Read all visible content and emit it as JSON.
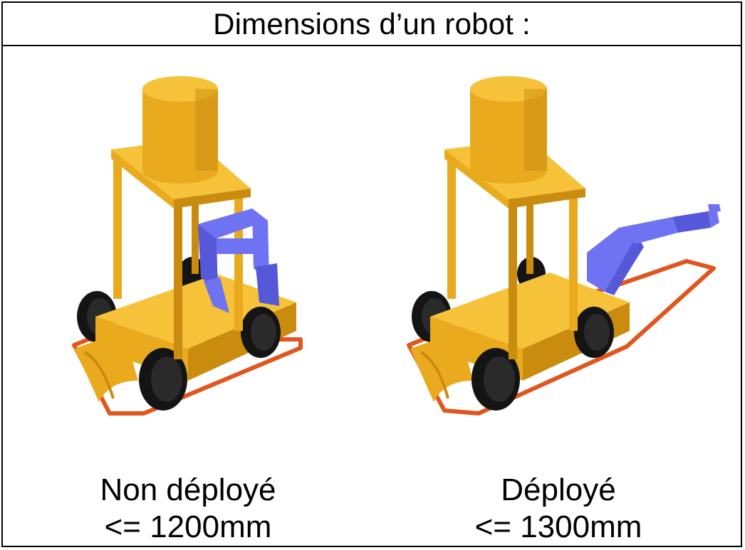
{
  "title": "Dimensions d’un robot :",
  "panels": [
    {
      "state": "Non déployé",
      "limit": "<= 1200mm"
    },
    {
      "state": "Déployé",
      "limit": "<= 1300mm"
    }
  ],
  "colors": {
    "body": "#E9AA1E",
    "body_dark": "#C98C0F",
    "body_light": "#F5C23A",
    "arm": "#6F73F2",
    "arm_dark": "#5558D8",
    "wheel": "#141414",
    "footprint": "#E0561E"
  }
}
